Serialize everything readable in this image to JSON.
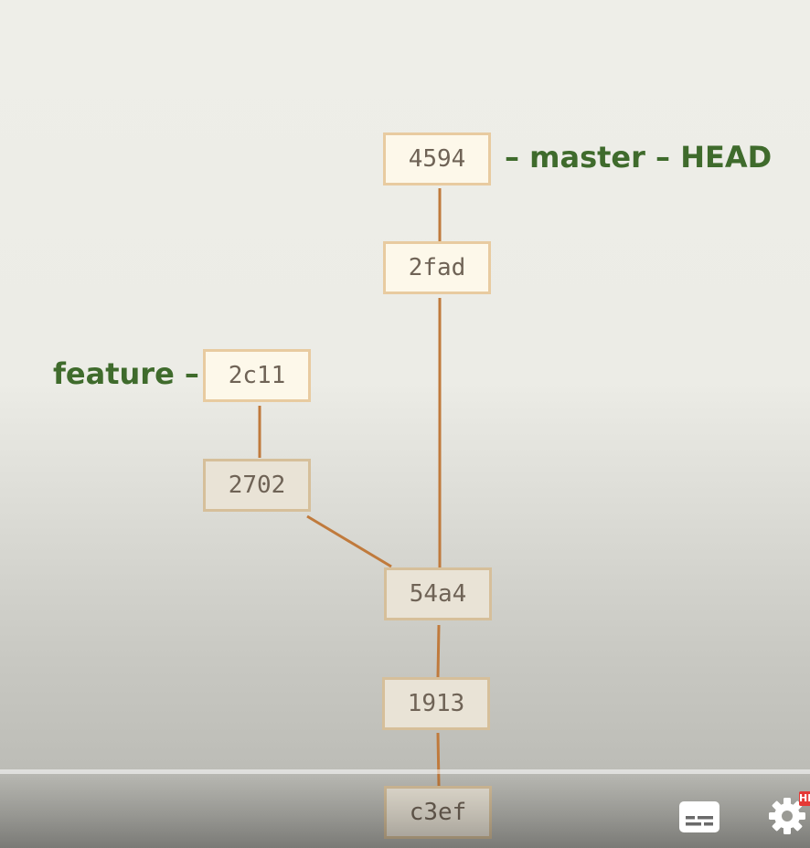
{
  "graph": {
    "commits": [
      {
        "id": "4594"
      },
      {
        "id": "2fad"
      },
      {
        "id": "2c11"
      },
      {
        "id": "2702"
      },
      {
        "id": "54a4"
      },
      {
        "id": "1913"
      },
      {
        "id": "c3ef"
      }
    ],
    "master_label": "– master – HEAD",
    "feature_label": "feature –"
  },
  "player": {
    "hd_badge": "HD"
  },
  "colors": {
    "edge": "#c07a3c",
    "label": "#3f6b2c",
    "commit_border": "#e8cba0",
    "commit_fill": "#fdf8ea"
  }
}
